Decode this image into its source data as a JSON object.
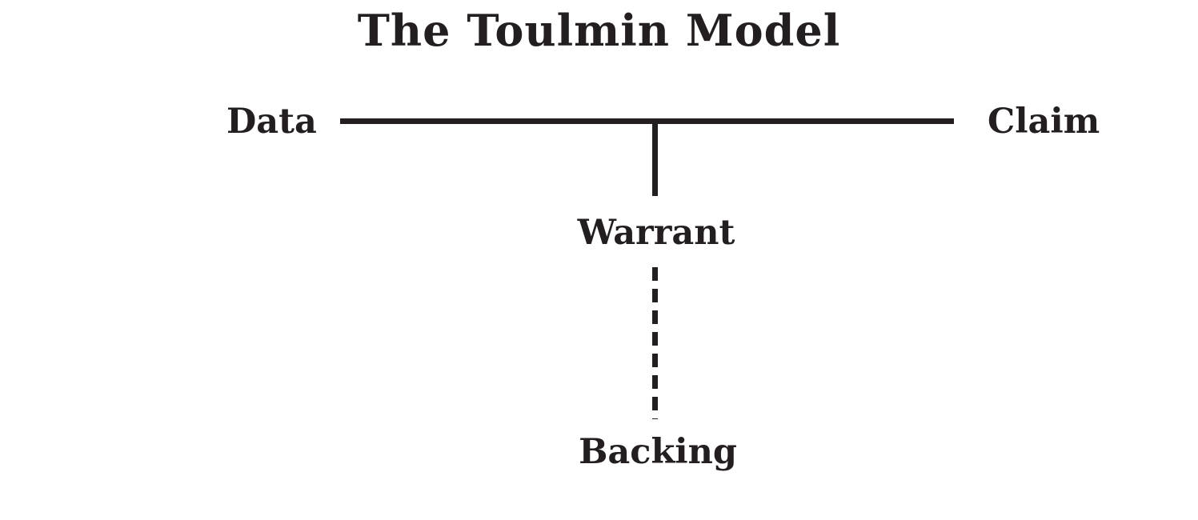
{
  "diagram": {
    "title": "The Toulmin Model",
    "nodes": {
      "data": {
        "label": "Data"
      },
      "claim": {
        "label": "Claim"
      },
      "warrant": {
        "label": "Warrant"
      },
      "backing": {
        "label": "Backing"
      }
    },
    "connectors": {
      "data_claim": "solid horizontal line linking Data to Claim",
      "claim_warrant": "solid vertical line from Data-Claim line down to Warrant",
      "warrant_backing": "dashed vertical line from Warrant down to Backing"
    },
    "colors": {
      "ink": "#231f20",
      "background": "#ffffff"
    }
  }
}
